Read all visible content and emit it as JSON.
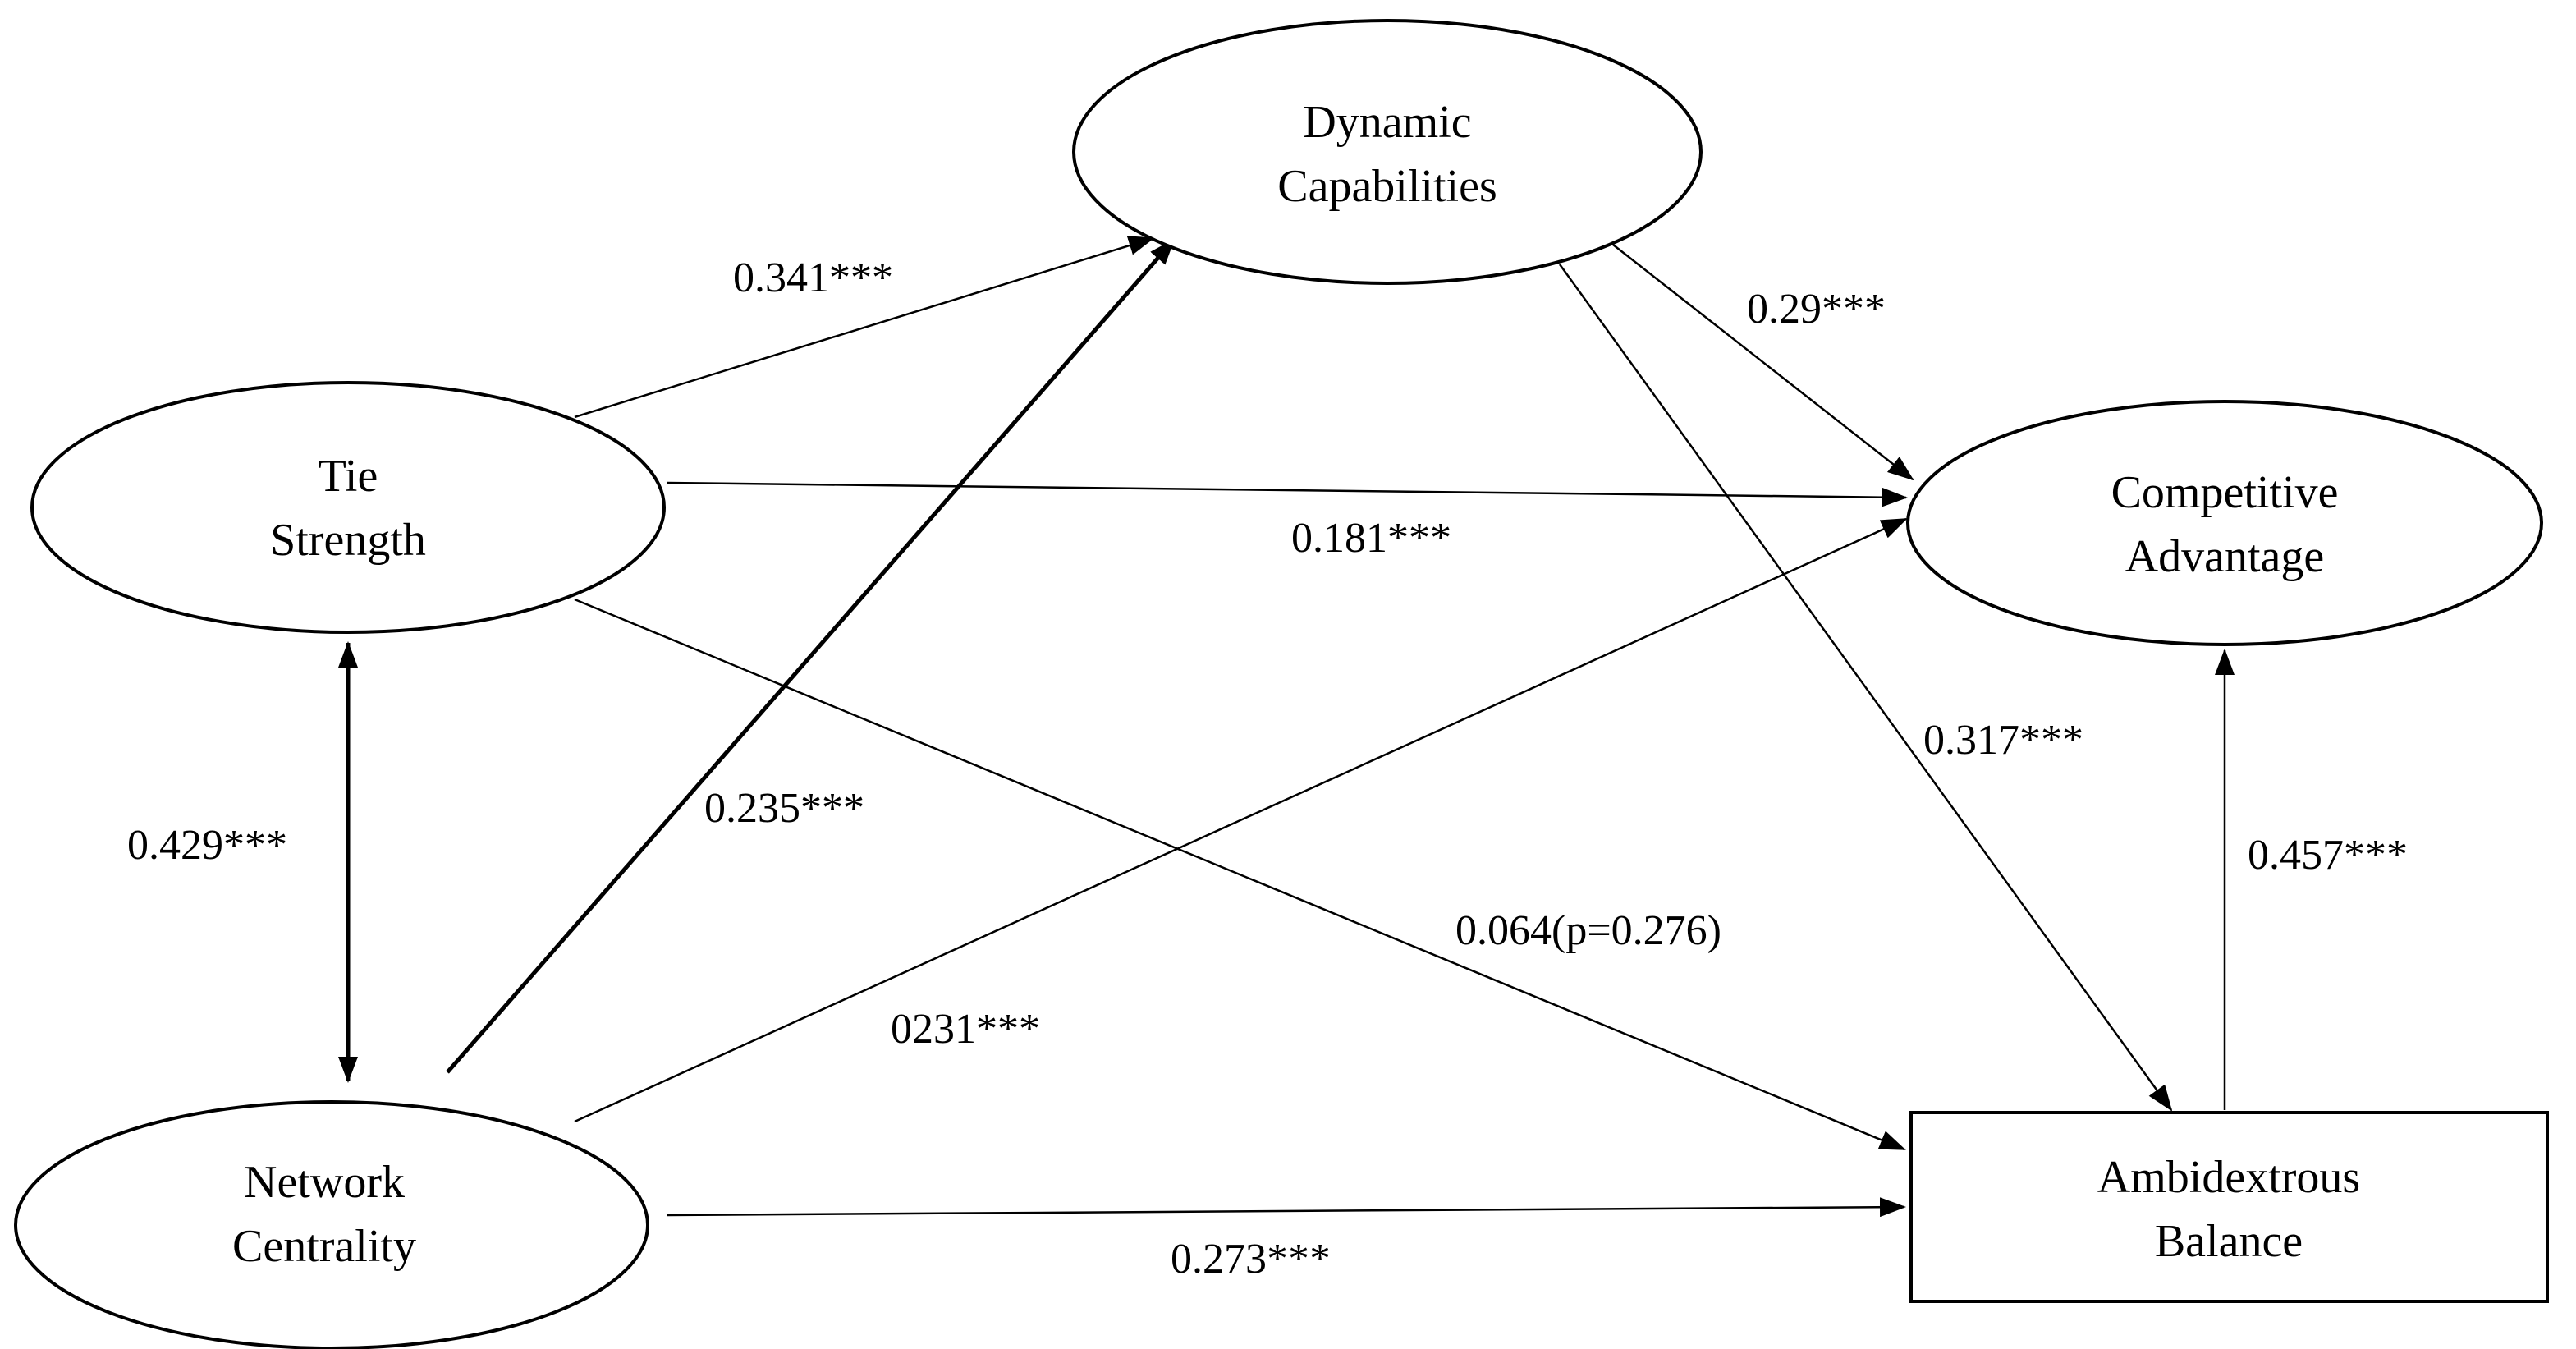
{
  "nodes": {
    "dynamic_capabilities": {
      "line1": "Dynamic",
      "line2": "Capabilities"
    },
    "tie_strength": {
      "line1": "Tie",
      "line2": "Strength"
    },
    "competitive_advantage": {
      "line1": "Competitive",
      "line2": "Advantage"
    },
    "network_centrality": {
      "line1": "Network",
      "line2": "Centrality"
    },
    "ambidextrous_balance": {
      "line1": "Ambidextrous",
      "line2": "Balance"
    }
  },
  "edges": {
    "tie_to_dynamic": "0.341***",
    "dynamic_to_competitive": "0.29***",
    "tie_to_competitive": "0.181***",
    "dynamic_to_ambidextrous": "0.317***",
    "tie_network_correlation": "0.429***",
    "network_to_dynamic": "0.235***",
    "tie_to_ambidextrous": "0.064(p=0.276)",
    "network_to_competitive": "0231***",
    "ambidextrous_to_competitive": "0.457***",
    "network_to_ambidextrous": "0.273***"
  }
}
